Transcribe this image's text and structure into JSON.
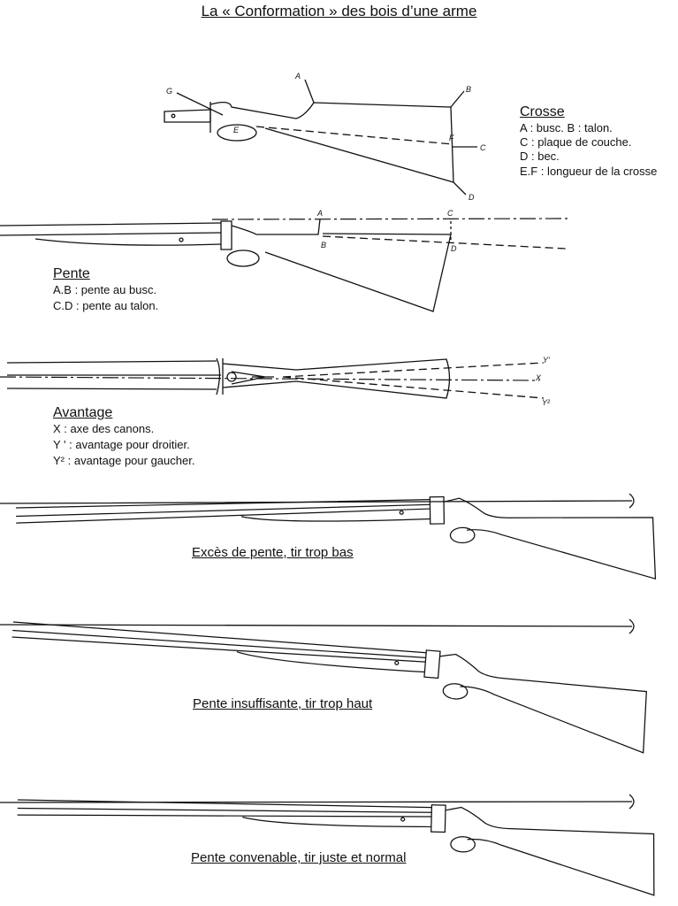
{
  "title": "La « Conformation » des bois d’une arme",
  "crosse": {
    "heading": "Crosse",
    "lines": [
      "A : busc. B : talon.",
      "C : plaque de couche.",
      "D : bec.",
      "E.F : longueur de la crosse"
    ],
    "labels": {
      "a": "A",
      "b": "B",
      "c": "C",
      "d": "D",
      "f": "F",
      "g": "G",
      "e": "E"
    }
  },
  "pente": {
    "heading": "Pente",
    "lines": [
      "A.B : pente au busc.",
      "C.D : pente au talon."
    ],
    "labels": {
      "a": "A",
      "b": "B",
      "c": "C",
      "d": "D"
    }
  },
  "avantage": {
    "heading": "Avantage",
    "lines": [
      "X : axe des canons.",
      "Y ' : avantage pour droitier.",
      "Y² : avantage pour gaucher."
    ],
    "labels": {
      "y1": "Y'",
      "x": "X",
      "y2": "Y²"
    }
  },
  "examples": [
    {
      "caption": "Excès de pente, tir trop bas"
    },
    {
      "caption": "Pente insuffisante, tir trop haut"
    },
    {
      "caption": "Pente convenable, tir juste et normal"
    }
  ]
}
